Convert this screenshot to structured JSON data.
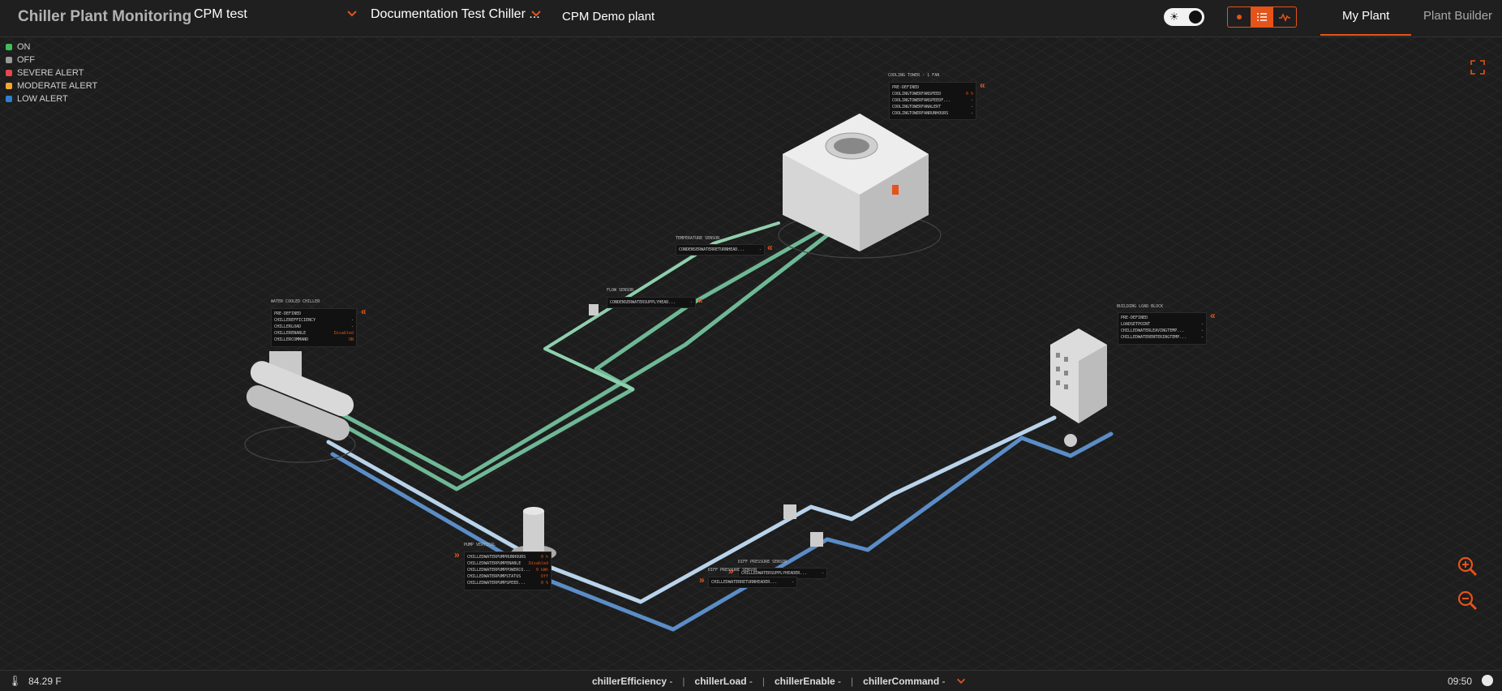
{
  "app": {
    "title": "Chiller Plant Monitoring"
  },
  "header": {
    "dropdown1": "CPM test",
    "dropdown2": "Documentation Test Chiller ...",
    "plant_name": "CPM Demo plant",
    "tabs": [
      {
        "label": "My Plant",
        "active": true
      },
      {
        "label": "Plant Builder",
        "active": false
      }
    ],
    "view_modes": [
      "dot-icon",
      "list-icon",
      "wave-icon"
    ],
    "active_view": "list-icon",
    "theme_toggle_icon": "sun-icon"
  },
  "legend": [
    {
      "label": "ON",
      "color": "#3fbf5a"
    },
    {
      "label": "OFF",
      "color": "#9a9a9a"
    },
    {
      "label": "SEVERE ALERT",
      "color": "#e5484d"
    },
    {
      "label": "MODERATE ALERT",
      "color": "#f0a832"
    },
    {
      "label": "LOW ALERT",
      "color": "#2f7fd1"
    }
  ],
  "colors": {
    "accent": "#e5531a",
    "pipe_green": "#7cc3a0",
    "pipe_light": "#b9d3ea",
    "pipe_blue": "#5b8dc6"
  },
  "scene": {
    "cooling_tower": {
      "title": "COOLING TOWER - 1 FAN",
      "rows": [
        {
          "label": "PRE-DEFINED",
          "value": ""
        },
        {
          "label": "COOLINGTOWERFANSPEED",
          "value": "0 %"
        },
        {
          "label": "COOLINGTOWERFANSPEEDF...",
          "value": "-"
        },
        {
          "label": "COOLINGTOWERFANALERT",
          "value": "-"
        },
        {
          "label": "COOLINGTOWERFANRUNHOURS",
          "value": "-"
        }
      ]
    },
    "temperature_sensor": {
      "title": "TEMPERATURE SENSOR",
      "rows": [
        {
          "label": "CONDENSERWATERRETURNHEAD...",
          "value": "-"
        }
      ]
    },
    "flow_sensor": {
      "title": "FLOW SENSOR",
      "rows": [
        {
          "label": "CONDENSERWATERSUPPLYHEAD...",
          "value": "-"
        }
      ]
    },
    "water_cooled_chiller": {
      "title": "WATER COOLED CHILLER",
      "rows": [
        {
          "label": "PRE-DEFINED",
          "value": ""
        },
        {
          "label": "CHILLEREFFICIENCY",
          "value": "-"
        },
        {
          "label": "CHILLERLOAD",
          "value": "-"
        },
        {
          "label": "CHILLERENABLE",
          "value": "Disabled"
        },
        {
          "label": "CHILLERCOMMAND",
          "value": "ON"
        }
      ]
    },
    "building_load_block": {
      "title": "BUILDING LOAD BLOCK",
      "rows": [
        {
          "label": "PRE-DEFINED",
          "value": ""
        },
        {
          "label": "LOADSETPOINT",
          "value": "-"
        },
        {
          "label": "CHILLEDWATERLEAVINGTEMP...",
          "value": "-"
        },
        {
          "label": "CHILLEDWATERENTERINGTEMP...",
          "value": "-"
        }
      ]
    },
    "pump_vertical": {
      "title": "PUMP VERTICAL",
      "rows": [
        {
          "label": "CHILLEDWATERPUMPRUNHOURS",
          "value": "0 h"
        },
        {
          "label": "CHILLEDWATERPUMPENABLE",
          "value": "Disabled"
        },
        {
          "label": "CHILLEDWATERPUMPPOWERCO...",
          "value": "0 kWh"
        },
        {
          "label": "CHILLEDWATERPUMPSTATUS",
          "value": "Off"
        },
        {
          "label": "CHILLEDWATERPUMPSPEED...",
          "value": "0 %"
        }
      ]
    },
    "diff_pressure_sensor_1": {
      "title": "DIFF PRESSURE SENSOR",
      "rows": [
        {
          "label": "CHILLEDWATERSUPPLYHEADER...",
          "value": "-"
        }
      ]
    },
    "diff_pressure_sensor_2": {
      "title": "DIFF PRESSURE SENSOR",
      "rows": [
        {
          "label": "CHILLEDWATERRETURNHEADER...",
          "value": "-"
        }
      ]
    }
  },
  "bottom": {
    "temperature": "84.29 F",
    "parameters": [
      {
        "name": "chillerEfficiency",
        "value": "-"
      },
      {
        "name": "chillerLoad",
        "value": "-"
      },
      {
        "name": "chillerEnable",
        "value": "-"
      },
      {
        "name": "chillerCommand",
        "value": "-"
      }
    ],
    "time": "09:50"
  }
}
